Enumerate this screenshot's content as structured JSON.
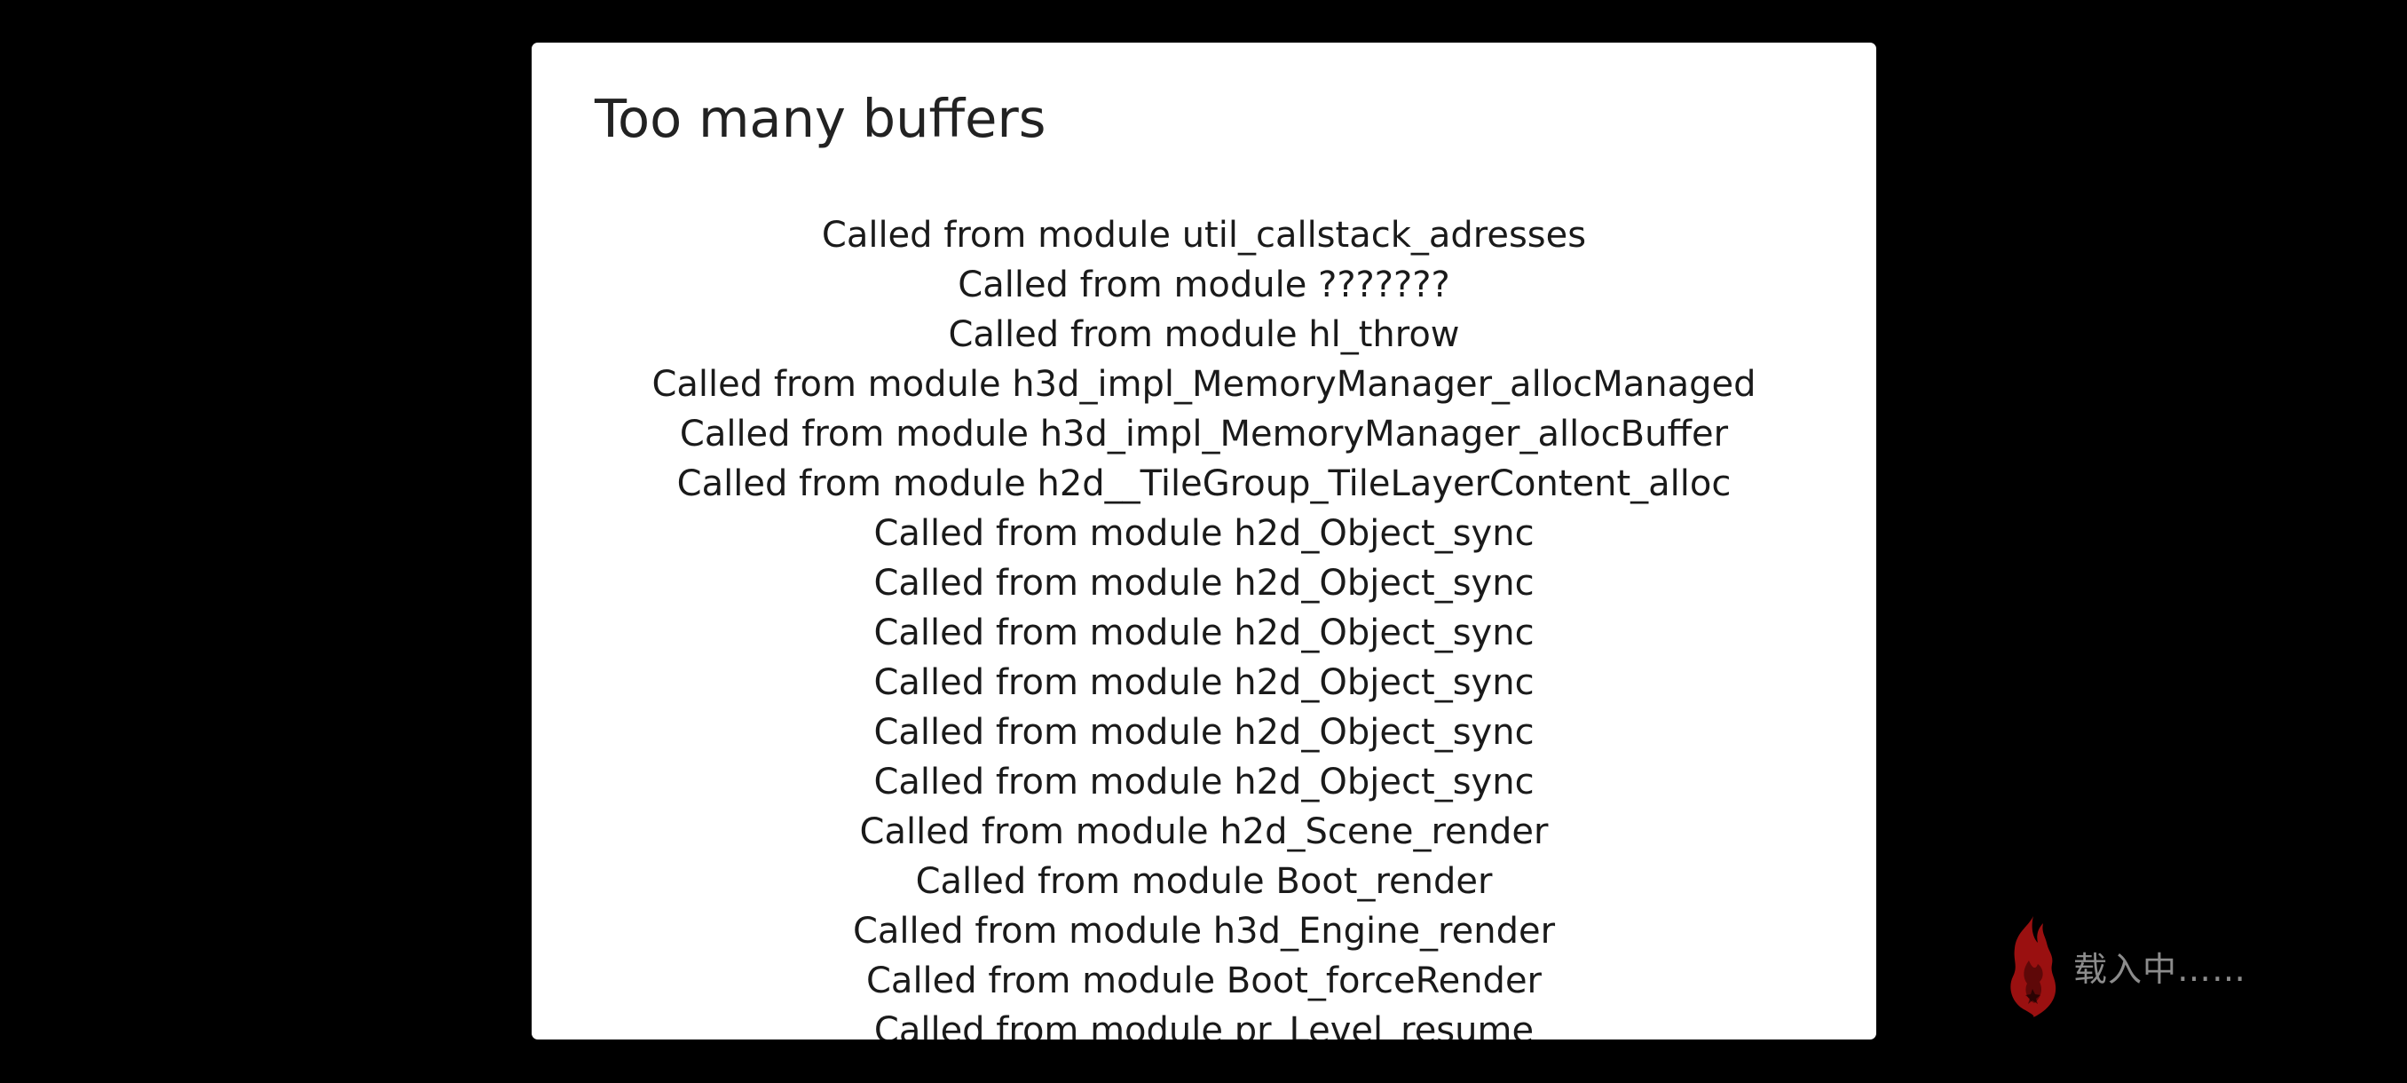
{
  "dialog": {
    "title": "Too many buffers",
    "callstack": [
      "Called from module util_callstack_adresses",
      "Called from module ???????",
      "Called from module hl_throw",
      "Called from module h3d_impl_MemoryManager_allocManaged",
      "Called from module h3d_impl_MemoryManager_allocBuffer",
      "Called from module h2d__TileGroup_TileLayerContent_alloc",
      "Called from module h2d_Object_sync",
      "Called from module h2d_Object_sync",
      "Called from module h2d_Object_sync",
      "Called from module h2d_Object_sync",
      "Called from module h2d_Object_sync",
      "Called from module h2d_Object_sync",
      "Called from module h2d_Scene_render",
      "Called from module Boot_render",
      "Called from module h3d_Engine_render",
      "Called from module Boot_forceRender",
      "Called from module pr_Level_resume"
    ]
  },
  "loading": {
    "text": "载入中……",
    "icon": "flame-logo-icon",
    "color": "#9a1010"
  },
  "colors": {
    "background": "#000000",
    "dialog_background": "#ffffff",
    "text": "#1a1a1a",
    "loading_text": "#8c8c8c"
  }
}
